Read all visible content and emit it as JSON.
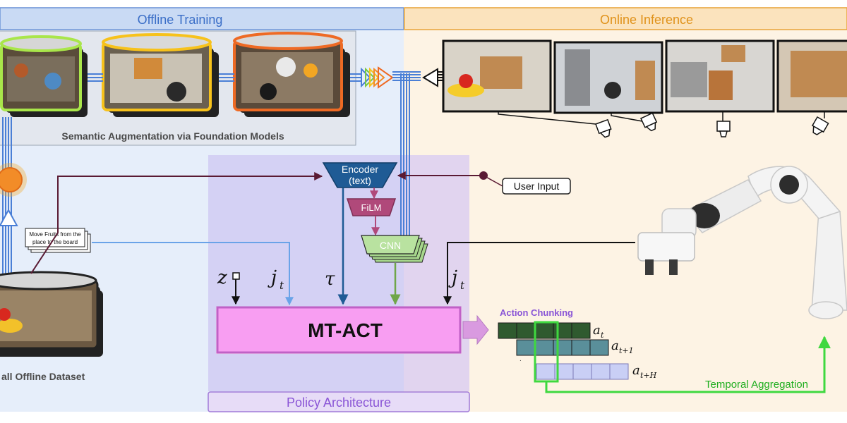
{
  "offline": {
    "title": "Offline Training"
  },
  "online": {
    "title": "Online Inference"
  },
  "augmentation": {
    "caption": "Semantic Augmentation via Foundation Models"
  },
  "dataset": {
    "caption": "all Offline Dataset"
  },
  "instruction": {
    "line1": "Move Fruits from the",
    "line2": "place to the board"
  },
  "encoder": {
    "line1": "Encoder",
    "line2": "(text)"
  },
  "film": {
    "label": "FiLM"
  },
  "cnn": {
    "label": "CNN"
  },
  "user_input": {
    "label": "User Input"
  },
  "policy": {
    "label": "Policy Architecture"
  },
  "mtact": {
    "label": "MT-ACT"
  },
  "symbols": {
    "z": "z",
    "j": "j",
    "t": "t",
    "tau": "τ"
  },
  "chunking": {
    "title": "Action Chunking",
    "a": "a",
    "sub_t": "t",
    "sub_t1": "t+1",
    "sub_tH": "t+H"
  },
  "temporal": {
    "label": "Temporal Aggregation"
  },
  "colors": {
    "offline_bg": "#e6eefa",
    "online_bg": "#fdf3e4",
    "policy_bg": "#cdc7f2",
    "mtact_fill": "#f89ef2",
    "green": "#3fd83f",
    "encoder": "#1f5b95",
    "film": "#b0497a",
    "cnn": "#a6d68c",
    "chunk_dark": "#2f5a2f",
    "chunk_mid": "#5a8f9a",
    "chunk_light": "#c9cff5"
  }
}
